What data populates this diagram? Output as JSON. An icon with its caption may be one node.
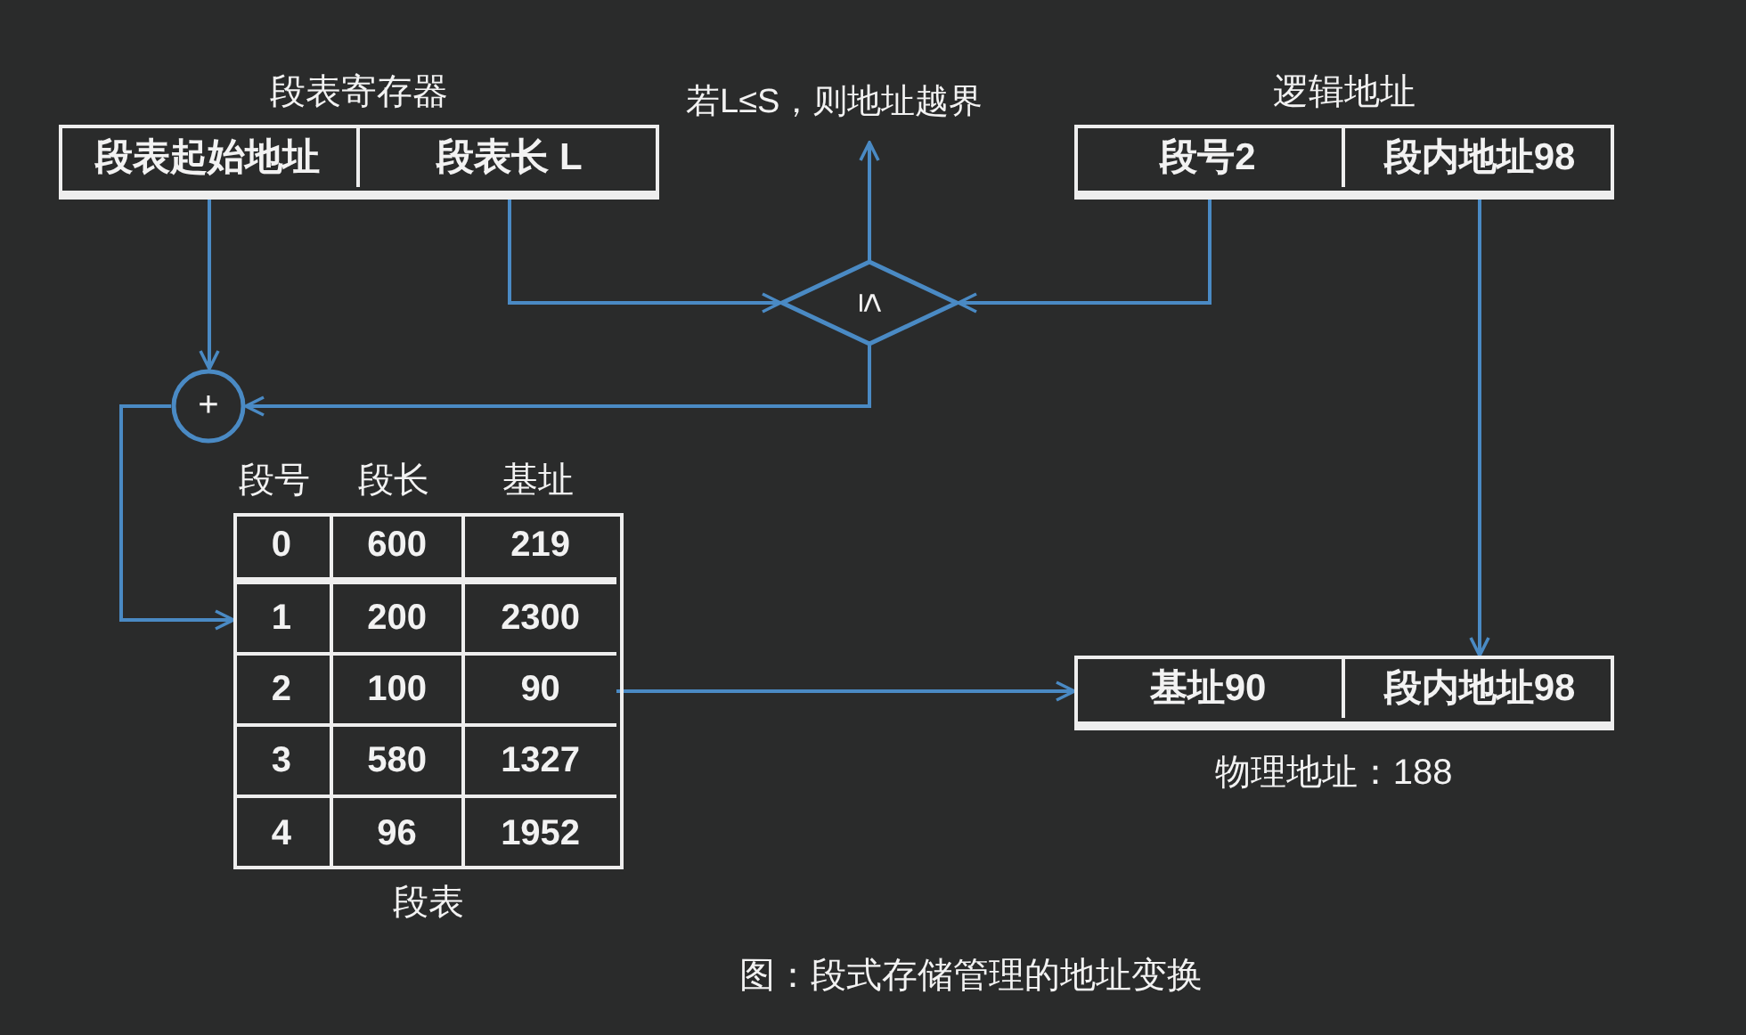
{
  "diagram": {
    "caption": "图：段式存储管理的地址变换",
    "nodes": [
      {
        "text": [
          "段表寄存器"
        ]
      },
      {
        "text": [
          "段表起始地址"
        ],
        "in": 0
      },
      {
        "text": [
          "段表长 L"
        ],
        "in": 0
      },
      {
        "text": [
          "若L≤S，则地址越界"
        ]
      },
      {
        "text": [
          "逻辑地址"
        ]
      },
      {
        "text": [
          "段号2"
        ],
        "in": 4
      },
      {
        "text": [
          "段内地址98"
        ],
        "in": 4
      },
      {
        "text": [
          "≤"
        ]
      },
      {
        "text": [
          "+"
        ]
      },
      {
        "text": [
          "段表"
        ]
      },
      {
        "text": [
          "0",
          "600",
          "219"
        ],
        "in": 9
      },
      {
        "text": [
          "1",
          "200",
          "2300"
        ],
        "in": 9
      },
      {
        "text": [
          "2",
          "100",
          "90"
        ],
        "in": 9
      },
      {
        "text": [
          "3",
          "580",
          "1327"
        ],
        "in": 9
      },
      {
        "text": [
          "4",
          "96",
          "1952"
        ],
        "in": 9
      },
      {
        "text": [
          "物理地址：188"
        ]
      },
      {
        "text": [
          "基址90"
        ],
        "in": 15
      },
      {
        "text": [
          "段内地址98"
        ],
        "in": 15
      }
    ],
    "edges": [
      {
        "from": 1,
        "to": 8,
        "arrow": "to"
      },
      {
        "from": 2,
        "to": 7,
        "arrow": "to"
      },
      {
        "from": 5,
        "to": 7,
        "arrow": "to"
      },
      {
        "from": 7,
        "to": 3,
        "arrow": "to"
      },
      {
        "from": 7,
        "to": 8,
        "arrow": "to"
      },
      {
        "from": 8,
        "to": 11,
        "arrow": "to"
      },
      {
        "from": 12,
        "to": 16,
        "arrow": "to"
      },
      {
        "from": 6,
        "to": 17,
        "arrow": "to"
      }
    ],
    "labels": [
      "段号",
      "段长",
      "基址"
    ]
  }
}
